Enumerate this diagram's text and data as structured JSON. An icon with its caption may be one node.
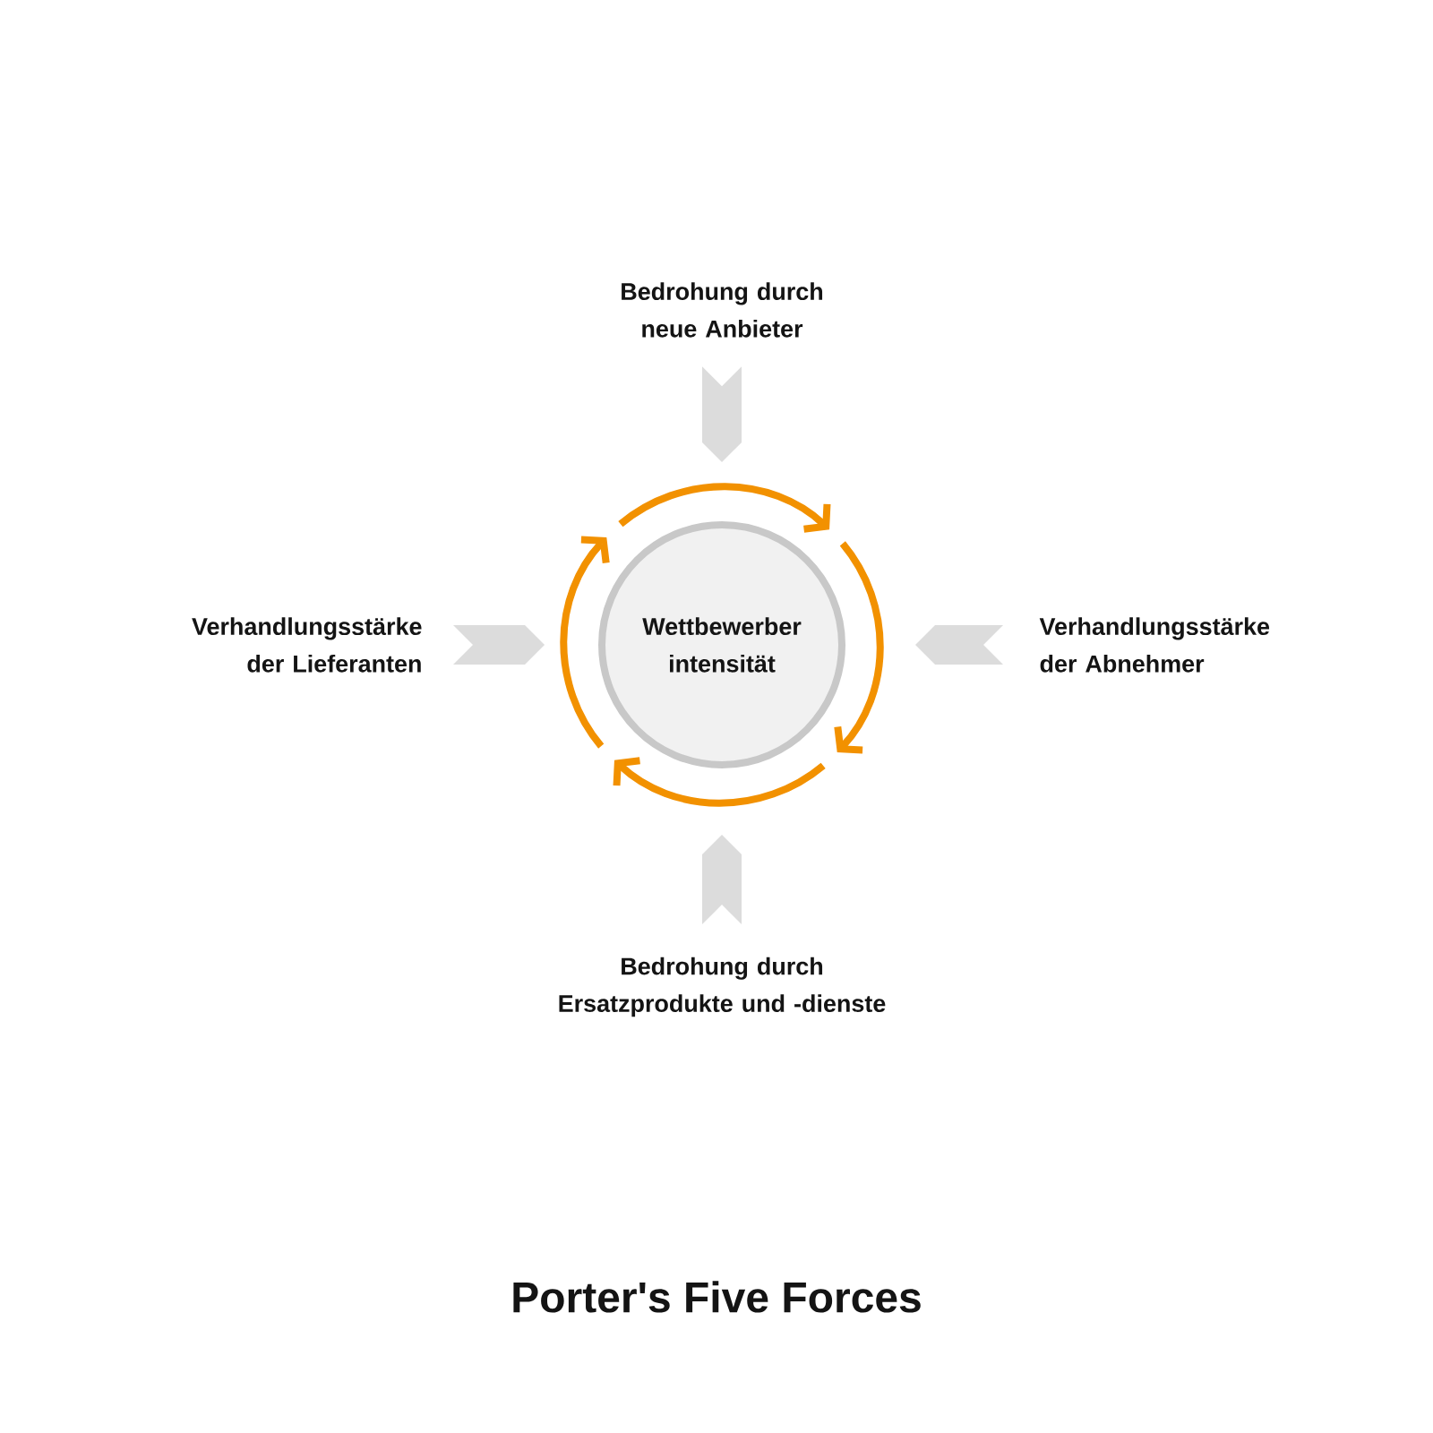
{
  "diagram": {
    "title": "Porter's Five Forces",
    "nodes": [
      {
        "text": [
          "Bedrohung durch neue Anbieter"
        ]
      },
      {
        "text": [
          "Verhandlungsstärke der Lieferanten"
        ]
      },
      {
        "text": [
          "Wettbewerber intensität"
        ]
      },
      {
        "text": [
          "Verhandlungsstärke der Abnehmer"
        ]
      },
      {
        "text": [
          "Bedrohung durch Ersatzprodukte und -dienste"
        ]
      }
    ],
    "edges": [
      {
        "from": 0,
        "to": 2,
        "arrow": "to"
      },
      {
        "from": 1,
        "to": 2,
        "arrow": "to"
      },
      {
        "from": 3,
        "to": 2,
        "arrow": "to"
      },
      {
        "from": 4,
        "to": 2,
        "arrow": "to"
      }
    ]
  }
}
